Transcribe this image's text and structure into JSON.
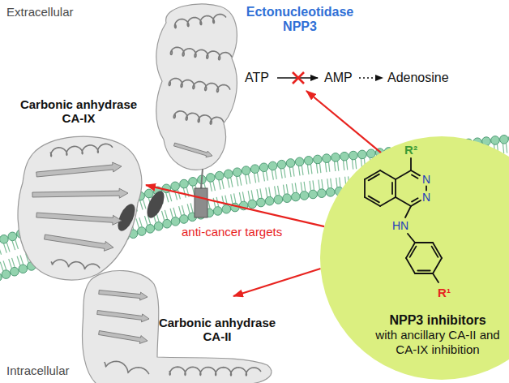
{
  "diagram": {
    "nodes": [
      {
        "text": [
          "Ectonucleotidase NPP3"
        ]
      },
      {
        "text": [
          "Carbonic anhydrase CA-IX"
        ]
      },
      {
        "text": [
          "NPP3 inhibitors",
          "with ancillary CA-II and CA-IX inhibition"
        ]
      },
      {
        "text": [
          "Carbonic anhydrase CA-II"
        ]
      }
    ],
    "edges": [
      {
        "from": 2,
        "to": 0,
        "arrow": "to"
      },
      {
        "from": 2,
        "to": 1,
        "arrow": "to"
      },
      {
        "from": 2,
        "to": 3,
        "arrow": "to"
      }
    ],
    "labels": [
      "Extracellular",
      "ATP",
      "AMP",
      "Adenosine",
      "anti-cancer targets",
      "R²",
      "N",
      "N",
      "HN",
      "R¹",
      "Intracellular"
    ]
  }
}
